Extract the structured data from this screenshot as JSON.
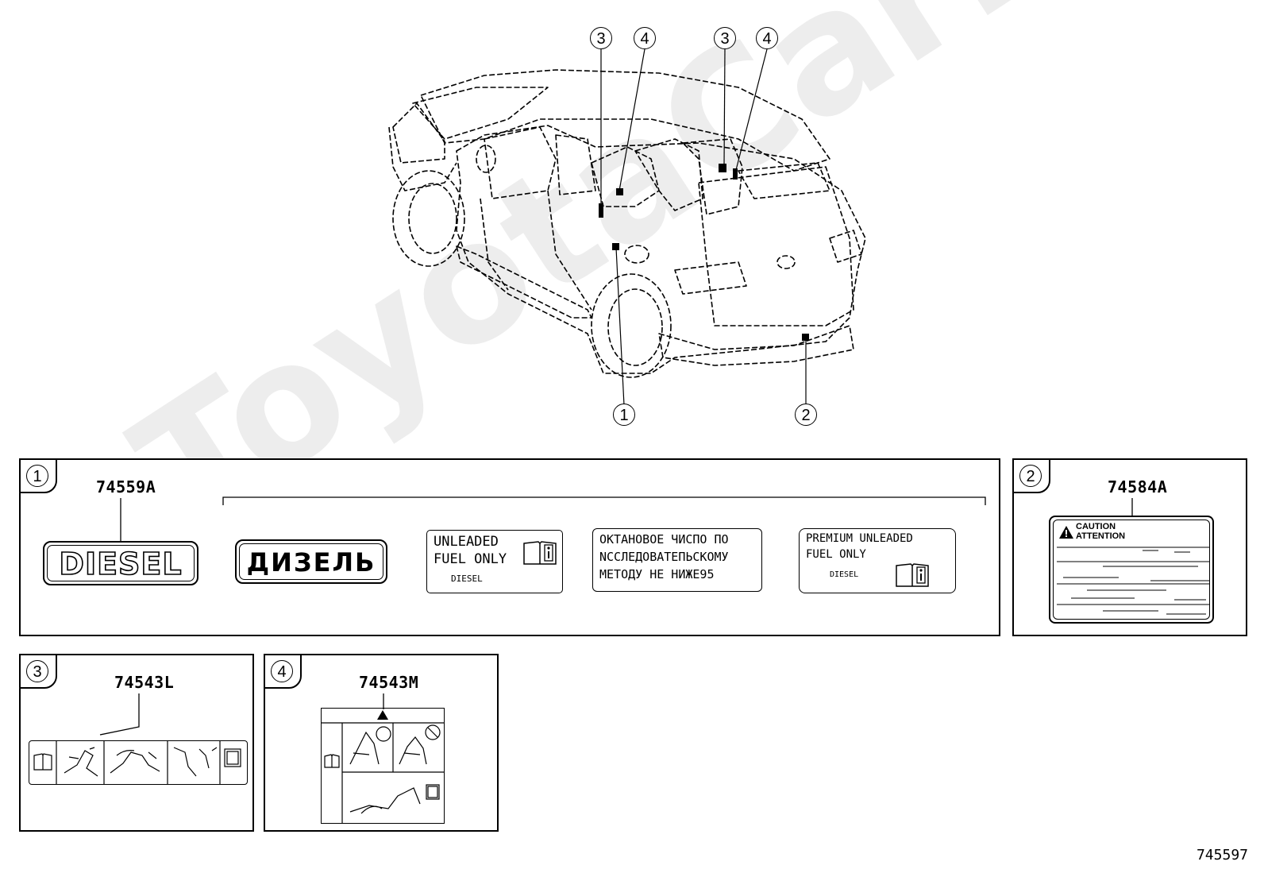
{
  "watermark": "ToyotaCarMine.ru",
  "callouts": {
    "c1": "1",
    "c2": "2",
    "c3": "3",
    "c4": "4"
  },
  "panels": {
    "p1": {
      "callout": "1",
      "part_number": "74559A",
      "decals": {
        "diesel_en": "DIESEL",
        "diesel_ru": "ДИЗЕЛЬ",
        "unleaded_line1": "UNLEADED",
        "unleaded_line2": "FUEL ONLY",
        "unleaded_stamp": "DIESEL",
        "octane_line1": "ОКТАНОВОЕ ЧИСПО ПО",
        "octane_line2": "NССЛЕДОВАТЕПЬСКОМУ",
        "octane_line3": "МЕТОДУ НЕ НИЖЕ95",
        "premium_line1": "PREMIUM UNLEADED",
        "premium_line2": "FUEL ONLY",
        "premium_stamp": "DIESEL"
      }
    },
    "p2": {
      "callout": "2",
      "part_number": "74584A",
      "caution": "CAUTION",
      "attention": "ATTENTION"
    },
    "p3": {
      "callout": "3",
      "part_number": "74543L"
    },
    "p4": {
      "callout": "4",
      "part_number": "74543M"
    }
  },
  "diagram_id": "745597"
}
